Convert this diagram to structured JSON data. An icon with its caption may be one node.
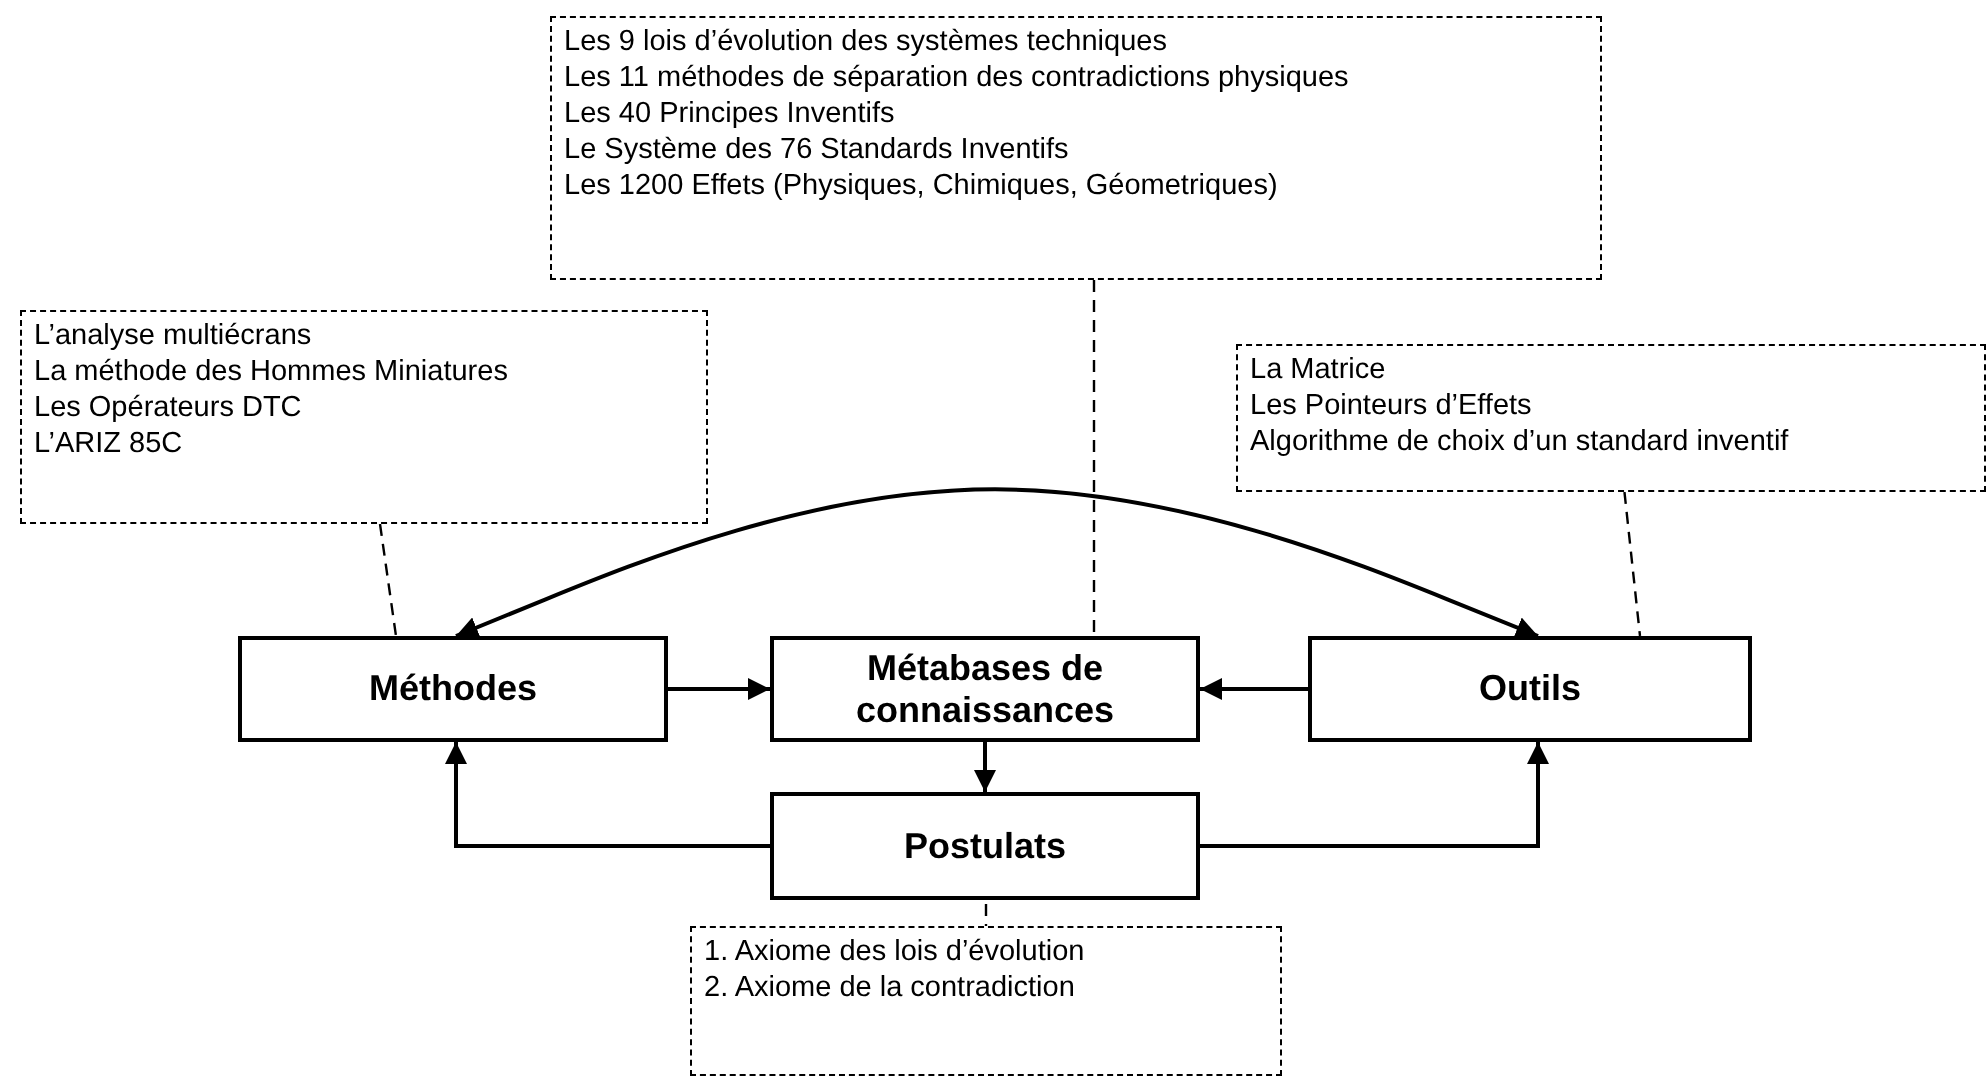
{
  "diagram": {
    "nodes": [
      {
        "text": [
          "Les 9 lois d’évolution des systèmes techniques",
          "Les 11 méthodes de séparation des contradictions physiques",
          "Les 40 Principes Inventifs",
          "Le Système des 76 Standards Inventifs",
          "Les 1200 Effets (Physiques, Chimiques, Géometriques)"
        ]
      },
      {
        "text": [
          "L’analyse multiécrans",
          "La méthode des Hommes Miniatures",
          "Les Opérateurs DTC",
          "L’ARIZ 85C"
        ]
      },
      {
        "text": [
          "La Matrice",
          "Les Pointeurs d’Effets",
          "Algorithme de choix d’un standard inventif"
        ]
      },
      {
        "text": [
          "Méthodes"
        ]
      },
      {
        "text": [
          "Métabases de connaissances"
        ]
      },
      {
        "text": [
          "Outils"
        ]
      },
      {
        "text": [
          "Postulats"
        ]
      },
      {
        "text": [
          "1. Axiome des lois d’évolution",
          "2. Axiome de la contradiction"
        ]
      }
    ],
    "edges": [
      {
        "from": 3,
        "to": 4,
        "arrow": "to"
      },
      {
        "from": 5,
        "to": 4,
        "arrow": "to"
      },
      {
        "from": 4,
        "to": 6,
        "arrow": "to"
      },
      {
        "from": 6,
        "to": 3,
        "arrow": "to"
      },
      {
        "from": 6,
        "to": 5,
        "arrow": "to"
      },
      {
        "from": 3,
        "to": 5,
        "arrow": "both"
      },
      {
        "from": 0,
        "to": 4,
        "arrow": "none",
        "style": "dashed"
      },
      {
        "from": 1,
        "to": 3,
        "arrow": "none",
        "style": "dashed"
      },
      {
        "from": 2,
        "to": 5,
        "arrow": "none",
        "style": "dashed"
      },
      {
        "from": 7,
        "to": 6,
        "arrow": "none",
        "style": "dashed"
      }
    ]
  }
}
